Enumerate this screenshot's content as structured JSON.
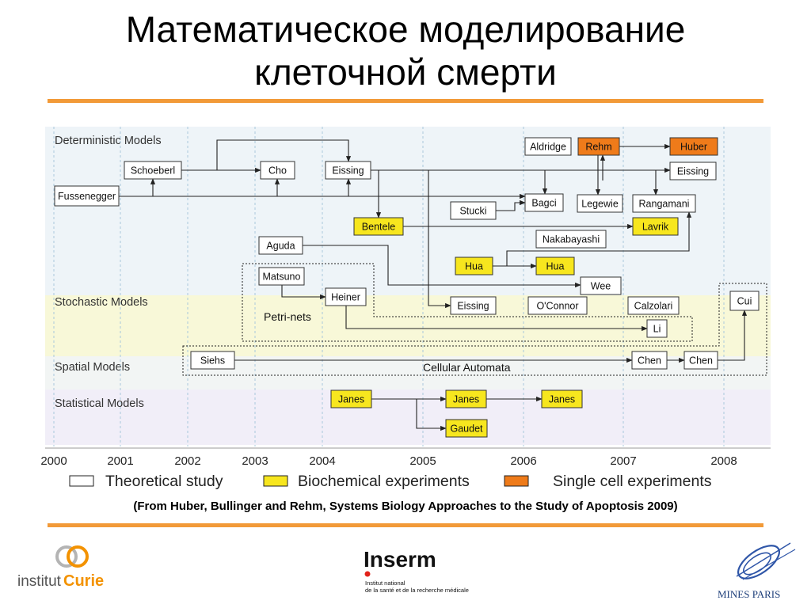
{
  "slide": {
    "title_line1": "Математическое моделирование",
    "title_line2": "клеточной смерти",
    "caption": "(From  Huber, Bullinger and Rehm, Systems Biology Approaches to the Study of Apoptosis 2009)"
  },
  "colors": {
    "accent_rule": "#f29a38",
    "theoretical": "#ffffff",
    "biochemical": "#f7e61e",
    "single_cell": "#ef7b1a",
    "band_deterministic": "#eef4f8",
    "band_stochastic": "#f8f8d8",
    "band_spatial": "#f2f5f4",
    "band_statistical": "#f1eef8"
  },
  "bands": [
    {
      "label": "Deterministic Models"
    },
    {
      "label": "Stochastic Models"
    },
    {
      "label": "Spatial Models"
    },
    {
      "label": "Statistical Models"
    }
  ],
  "years": [
    "2000",
    "2001",
    "2002",
    "2003",
    "2004",
    "2005",
    "2006",
    "2007",
    "2008"
  ],
  "regions": [
    {
      "label": "Petri-nets"
    },
    {
      "label": "Cellular Automata"
    }
  ],
  "nodes": [
    {
      "id": "fussenegger",
      "label": "Fussenegger",
      "type": "theoretical"
    },
    {
      "id": "schoeberl",
      "label": "Schoeberl",
      "type": "theoretical"
    },
    {
      "id": "cho",
      "label": "Cho",
      "type": "theoretical"
    },
    {
      "id": "eissing1",
      "label": "Eissing",
      "type": "theoretical"
    },
    {
      "id": "aldridge",
      "label": "Aldridge",
      "type": "theoretical"
    },
    {
      "id": "rehm",
      "label": "Rehm",
      "type": "single_cell"
    },
    {
      "id": "huber",
      "label": "Huber",
      "type": "single_cell"
    },
    {
      "id": "eissing2",
      "label": "Eissing",
      "type": "theoretical"
    },
    {
      "id": "bagci",
      "label": "Bagci",
      "type": "theoretical"
    },
    {
      "id": "legewie",
      "label": "Legewie",
      "type": "theoretical"
    },
    {
      "id": "rangamani",
      "label": "Rangamani",
      "type": "theoretical"
    },
    {
      "id": "stucki",
      "label": "Stucki",
      "type": "theoretical"
    },
    {
      "id": "bentele",
      "label": "Bentele",
      "type": "biochemical"
    },
    {
      "id": "lavrik",
      "label": "Lavrik",
      "type": "biochemical"
    },
    {
      "id": "nakabayashi",
      "label": "Nakabayashi",
      "type": "theoretical"
    },
    {
      "id": "aguda",
      "label": "Aguda",
      "type": "theoretical"
    },
    {
      "id": "hua1",
      "label": "Hua",
      "type": "biochemical"
    },
    {
      "id": "hua2",
      "label": "Hua",
      "type": "biochemical"
    },
    {
      "id": "matsuno",
      "label": "Matsuno",
      "type": "theoretical"
    },
    {
      "id": "wee",
      "label": "Wee",
      "type": "theoretical"
    },
    {
      "id": "heiner",
      "label": "Heiner",
      "type": "theoretical"
    },
    {
      "id": "eissing3",
      "label": "Eissing",
      "type": "theoretical"
    },
    {
      "id": "oconnor",
      "label": "O'Connor",
      "type": "theoretical"
    },
    {
      "id": "calzolari",
      "label": "Calzolari",
      "type": "theoretical"
    },
    {
      "id": "cui",
      "label": "Cui",
      "type": "theoretical"
    },
    {
      "id": "li",
      "label": "Li",
      "type": "theoretical"
    },
    {
      "id": "siehs",
      "label": "Siehs",
      "type": "theoretical"
    },
    {
      "id": "chen1",
      "label": "Chen",
      "type": "theoretical"
    },
    {
      "id": "chen2",
      "label": "Chen",
      "type": "theoretical"
    },
    {
      "id": "janes1",
      "label": "Janes",
      "type": "biochemical"
    },
    {
      "id": "janes2",
      "label": "Janes",
      "type": "biochemical"
    },
    {
      "id": "janes3",
      "label": "Janes",
      "type": "biochemical"
    },
    {
      "id": "gaudet",
      "label": "Gaudet",
      "type": "biochemical"
    }
  ],
  "legend": [
    {
      "label": "Theoretical study",
      "type": "theoretical"
    },
    {
      "label": "Biochemical experiments",
      "type": "biochemical"
    },
    {
      "label": "Single cell experiments",
      "type": "single_cell"
    }
  ],
  "logos": {
    "curie_prefix": "institut",
    "curie_name": "Curie",
    "inserm_name": "Inserm",
    "inserm_line1": "Institut national",
    "inserm_line2": "de la santé et de la recherche médicale",
    "mines_name": "MINES PARIS"
  }
}
